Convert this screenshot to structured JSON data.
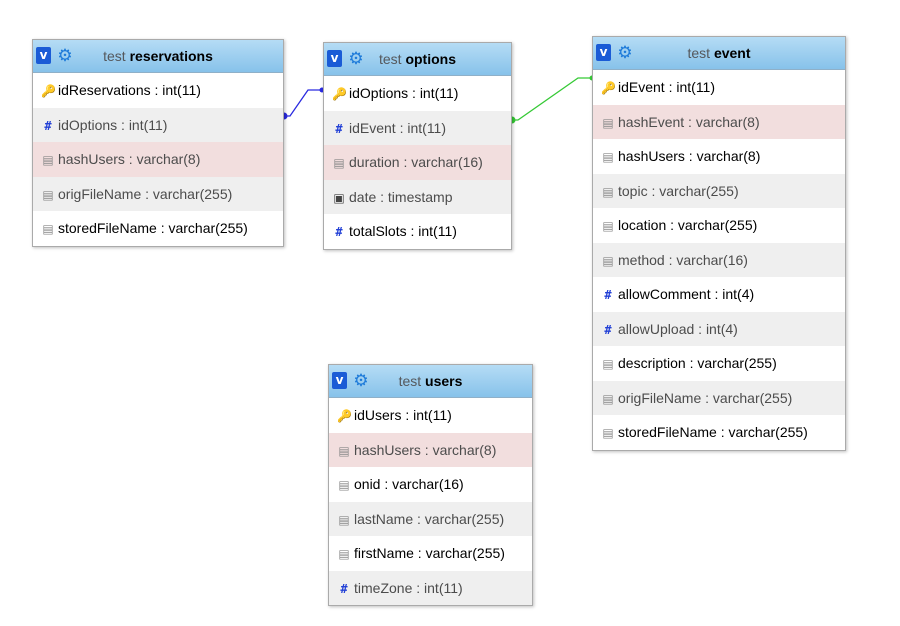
{
  "colors": {
    "header_gradient_top": "#b5dcf5",
    "header_gradient_bottom": "#87c2ea",
    "relation_blue": "#2a2ae0",
    "relation_green": "#35c935",
    "highlight_row": "#f2dede",
    "alt_row": "#efefef"
  },
  "tables": {
    "reservations": {
      "toggle": "v",
      "db": "test",
      "name": "reservations",
      "columns": [
        {
          "icon": "key-icon",
          "glyph": "🔑",
          "text": "idReservations : int(11)"
        },
        {
          "icon": "number-icon",
          "glyph": "#",
          "text": "idOptions : int(11)"
        },
        {
          "icon": "text-icon",
          "glyph": "▤",
          "text": "hashUsers : varchar(8)"
        },
        {
          "icon": "text-icon",
          "glyph": "▤",
          "text": "origFileName : varchar(255)"
        },
        {
          "icon": "text-icon",
          "glyph": "▤",
          "text": "storedFileName : varchar(255)"
        }
      ]
    },
    "options": {
      "toggle": "v",
      "db": "test",
      "name": "options",
      "columns": [
        {
          "icon": "key-icon",
          "glyph": "🔑",
          "text": "idOptions : int(11)"
        },
        {
          "icon": "number-icon",
          "glyph": "#",
          "text": "idEvent : int(11)"
        },
        {
          "icon": "text-icon",
          "glyph": "▤",
          "text": "duration : varchar(16)"
        },
        {
          "icon": "date-icon",
          "glyph": "▣",
          "text": "date : timestamp"
        },
        {
          "icon": "number-icon",
          "glyph": "#",
          "text": "totalSlots : int(11)"
        }
      ]
    },
    "event": {
      "toggle": "v",
      "db": "test",
      "name": "event",
      "columns": [
        {
          "icon": "key-icon",
          "glyph": "🔑",
          "text": "idEvent : int(11)"
        },
        {
          "icon": "text-icon",
          "glyph": "▤",
          "text": "hashEvent : varchar(8)"
        },
        {
          "icon": "text-icon",
          "glyph": "▤",
          "text": "hashUsers : varchar(8)"
        },
        {
          "icon": "text-icon",
          "glyph": "▤",
          "text": "topic : varchar(255)"
        },
        {
          "icon": "text-icon",
          "glyph": "▤",
          "text": "location : varchar(255)"
        },
        {
          "icon": "text-icon",
          "glyph": "▤",
          "text": "method : varchar(16)"
        },
        {
          "icon": "number-icon",
          "glyph": "#",
          "text": "allowComment : int(4)"
        },
        {
          "icon": "number-icon",
          "glyph": "#",
          "text": "allowUpload : int(4)"
        },
        {
          "icon": "text-icon",
          "glyph": "▤",
          "text": "description : varchar(255)"
        },
        {
          "icon": "text-icon",
          "glyph": "▤",
          "text": "origFileName : varchar(255)"
        },
        {
          "icon": "text-icon",
          "glyph": "▤",
          "text": "storedFileName : varchar(255)"
        }
      ]
    },
    "users": {
      "toggle": "v",
      "db": "test",
      "name": "users",
      "columns": [
        {
          "icon": "key-icon",
          "glyph": "🔑",
          "text": "idUsers : int(11)"
        },
        {
          "icon": "text-icon",
          "glyph": "▤",
          "text": "hashUsers : varchar(8)"
        },
        {
          "icon": "text-icon",
          "glyph": "▤",
          "text": "onid : varchar(16)"
        },
        {
          "icon": "text-icon",
          "glyph": "▤",
          "text": "lastName : varchar(255)"
        },
        {
          "icon": "text-icon",
          "glyph": "▤",
          "text": "firstName : varchar(255)"
        },
        {
          "icon": "number-icon",
          "glyph": "#",
          "text": "timeZone : int(11)"
        }
      ]
    }
  }
}
